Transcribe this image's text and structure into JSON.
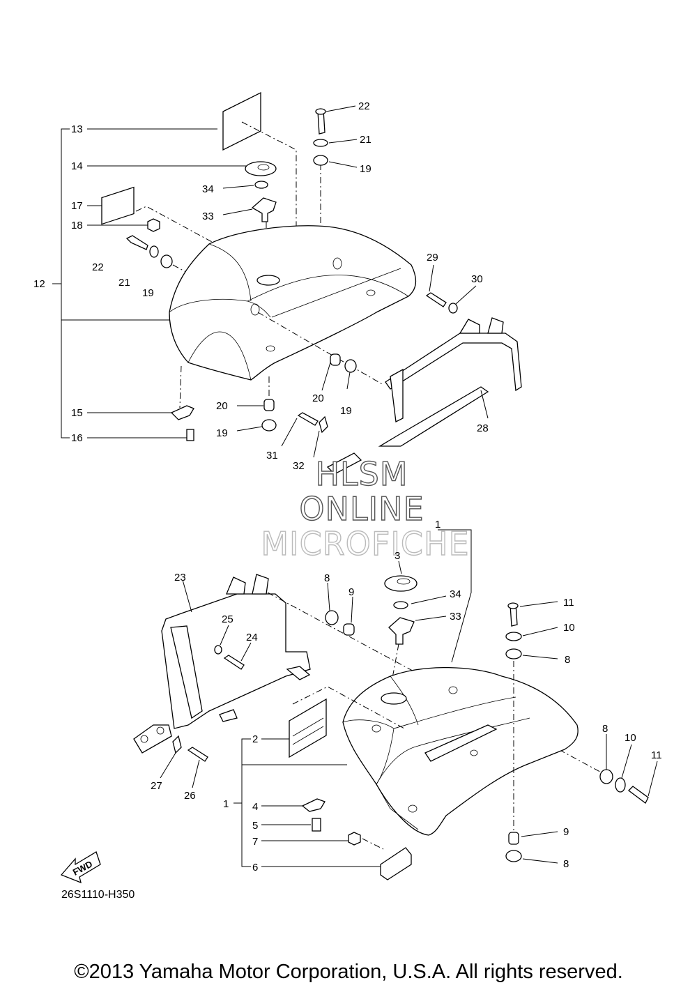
{
  "diagram": {
    "code": "26S1110-H350",
    "fwd_label": "FWD",
    "watermark": [
      "HLSM",
      "ONLINE",
      "MICROFICHE"
    ],
    "copyright": "©2013 Yamaha Motor Corporation, U.S.A. All rights reserved.",
    "callouts_upper": [
      "13",
      "14",
      "17",
      "18",
      "12",
      "15",
      "16",
      "22",
      "21",
      "19",
      "34",
      "33",
      "22",
      "21",
      "19",
      "29",
      "30",
      "20",
      "19",
      "20",
      "19",
      "31",
      "32",
      "28"
    ],
    "callouts_lower": [
      "1",
      "23",
      "8",
      "9",
      "3",
      "34",
      "33",
      "25",
      "24",
      "11",
      "10",
      "8",
      "2",
      "1",
      "4",
      "5",
      "7",
      "6",
      "27",
      "26",
      "8",
      "10",
      "11",
      "9",
      "8"
    ]
  }
}
